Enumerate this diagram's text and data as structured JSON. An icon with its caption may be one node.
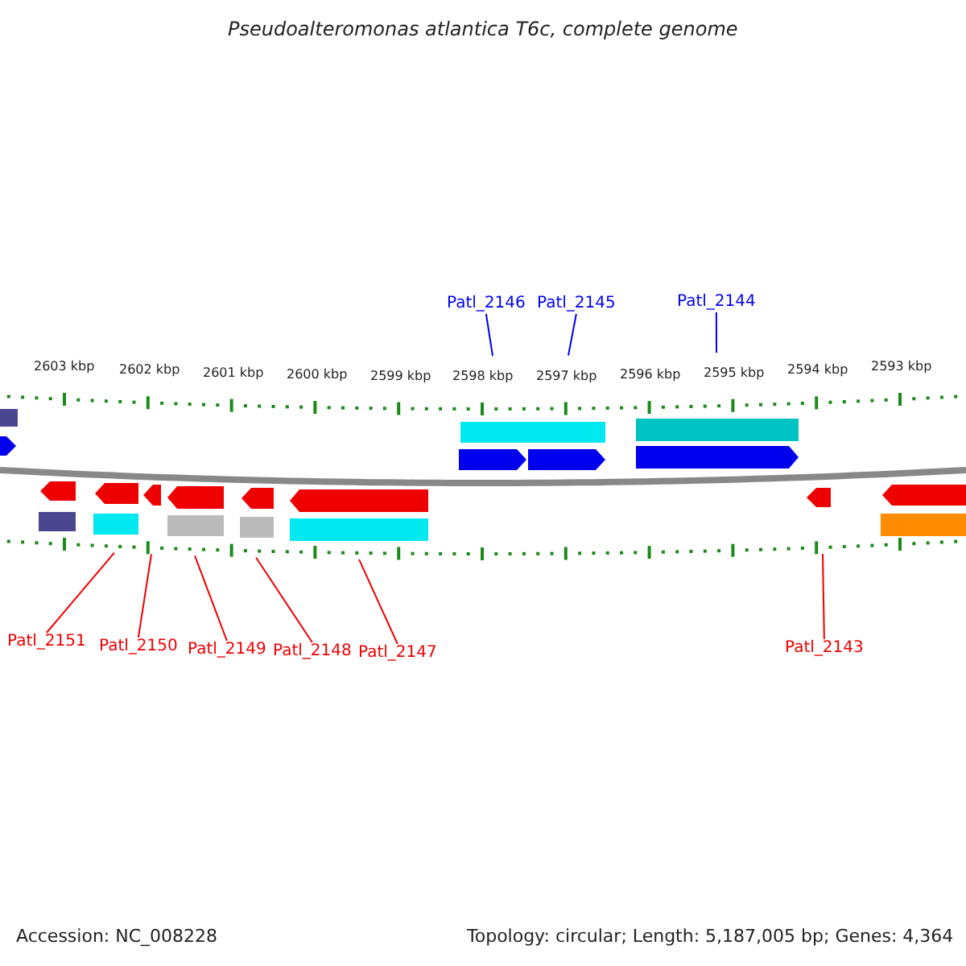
{
  "diagram": {
    "title": "Pseudoalteromonas atlantica T6c, complete genome",
    "nodes": [
      {
        "text": [
          "Patl_2146"
        ]
      },
      {
        "text": [
          "Patl_2145"
        ]
      },
      {
        "text": [
          "Patl_2144"
        ]
      },
      {
        "text": [
          "Patl_2151"
        ]
      },
      {
        "text": [
          "Patl_2150"
        ]
      },
      {
        "text": [
          "Patl_2149"
        ]
      },
      {
        "text": [
          "Patl_2148"
        ]
      },
      {
        "text": [
          "Patl_2147"
        ]
      },
      {
        "text": [
          "Patl_2143"
        ]
      }
    ],
    "edges": [
      {
        "from": 0,
        "to": null,
        "arrow": "none",
        "color": "#0000ee"
      },
      {
        "from": 1,
        "to": null,
        "arrow": "none",
        "color": "#0000ee"
      },
      {
        "from": 2,
        "to": null,
        "arrow": "none",
        "color": "#0000ee"
      },
      {
        "from": 3,
        "to": null,
        "arrow": "none"
      },
      {
        "from": 4,
        "to": null,
        "arrow": "none"
      },
      {
        "from": 5,
        "to": null,
        "arrow": "none"
      },
      {
        "from": 6,
        "to": null,
        "arrow": "none"
      },
      {
        "from": 7,
        "to": null,
        "arrow": "none"
      },
      {
        "from": 8,
        "to": null,
        "arrow": "none"
      }
    ],
    "labels": [
      "2603 kbp",
      "2602 kbp",
      "2601 kbp",
      "2600 kbp",
      "2599 kbp",
      "2598 kbp",
      "2597 kbp",
      "2596 kbp",
      "2595 kbp",
      "2594 kbp",
      "2593 kbp",
      "Accession: NC_008228",
      "Topology: circular; Length: 5,187,005 bp; Genes: 4,364"
    ]
  }
}
